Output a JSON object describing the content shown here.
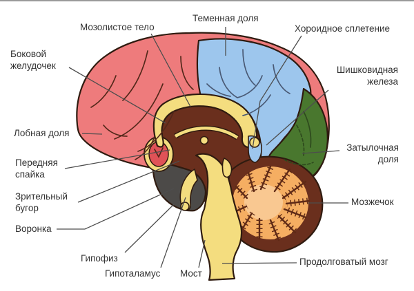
{
  "labels": {
    "corpus_callosum": {
      "text": "Мозолистое тело"
    },
    "parietal_lobe": {
      "text": "Теменная доля"
    },
    "choroid_plexus": {
      "text": "Хороидное сплетение"
    },
    "lateral_ventricle": {
      "text": "Боковой желудочек"
    },
    "pineal_gland": {
      "text": "Шишковидная железа"
    },
    "frontal_lobe": {
      "text": "Лобная доля"
    },
    "occipital_lobe": {
      "text": "Затылочная доля"
    },
    "anterior_commissure": {
      "text": "Передняя спайка"
    },
    "thalamus": {
      "text": "Зрительный бугор"
    },
    "infundibulum": {
      "text": "Воронка"
    },
    "cerebellum": {
      "text": "Мозжечок"
    },
    "pituitary": {
      "text": "Гипофиз"
    },
    "hypothalamus": {
      "text": "Гипоталамус"
    },
    "pons": {
      "text": "Мост"
    },
    "medulla": {
      "text": "Продолговатый мозг"
    }
  },
  "colors": {
    "frontal_lobe": "#ee7b7c",
    "parietal_lobe": "#9dc6ed",
    "occipital_lobe": "#49772e",
    "medial_brown": "#6a2f1d",
    "corpus_callosum_yellow": "#f4dd7f",
    "brainstem_yellow": "#f4dd7f",
    "basal_gray": "#4c4a48",
    "midbrain_red": "#e05257",
    "cerebellum_outer": "#6a2f1d",
    "cerebellum_inner": "#f5ae62",
    "cerebellum_core": "#f9c891",
    "choroid_blue": "#9dc6ed",
    "outline": "#2f1b10",
    "leader_line": "#4d4d4d",
    "label_text": "#333333",
    "background": "#ffffff"
  }
}
